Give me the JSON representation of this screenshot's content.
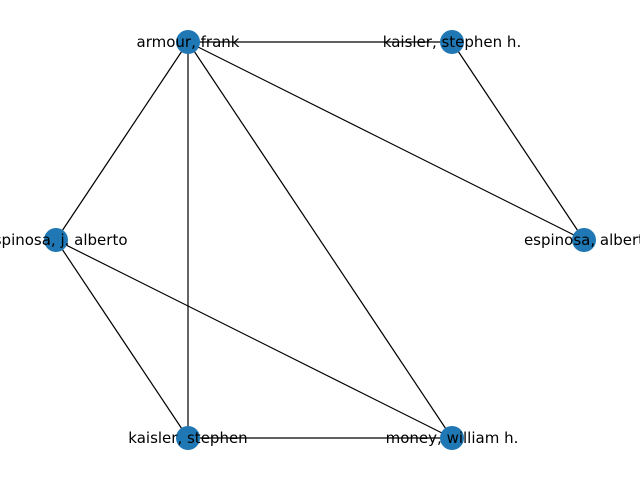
{
  "graph": {
    "node_color": "#1f77b4",
    "edge_color": "#000000",
    "nodes": [
      {
        "id": "armour",
        "label": "armour, frank"
      },
      {
        "id": "kaisler_h",
        "label": "kaisler, stephen h."
      },
      {
        "id": "espinosa_a",
        "label": "espinosa, albert"
      },
      {
        "id": "money",
        "label": "money, william h."
      },
      {
        "id": "kaisler",
        "label": "kaisler, stephen"
      },
      {
        "id": "espinosa_j",
        "label": "espinosa, j. alberto"
      }
    ],
    "edges": [
      [
        "armour",
        "kaisler_h"
      ],
      [
        "armour",
        "espinosa_a"
      ],
      [
        "armour",
        "money"
      ],
      [
        "armour",
        "kaisler"
      ],
      [
        "armour",
        "espinosa_j"
      ],
      [
        "kaisler_h",
        "espinosa_a"
      ],
      [
        "espinosa_j",
        "kaisler"
      ],
      [
        "espinosa_j",
        "money"
      ],
      [
        "kaisler",
        "money"
      ]
    ]
  }
}
